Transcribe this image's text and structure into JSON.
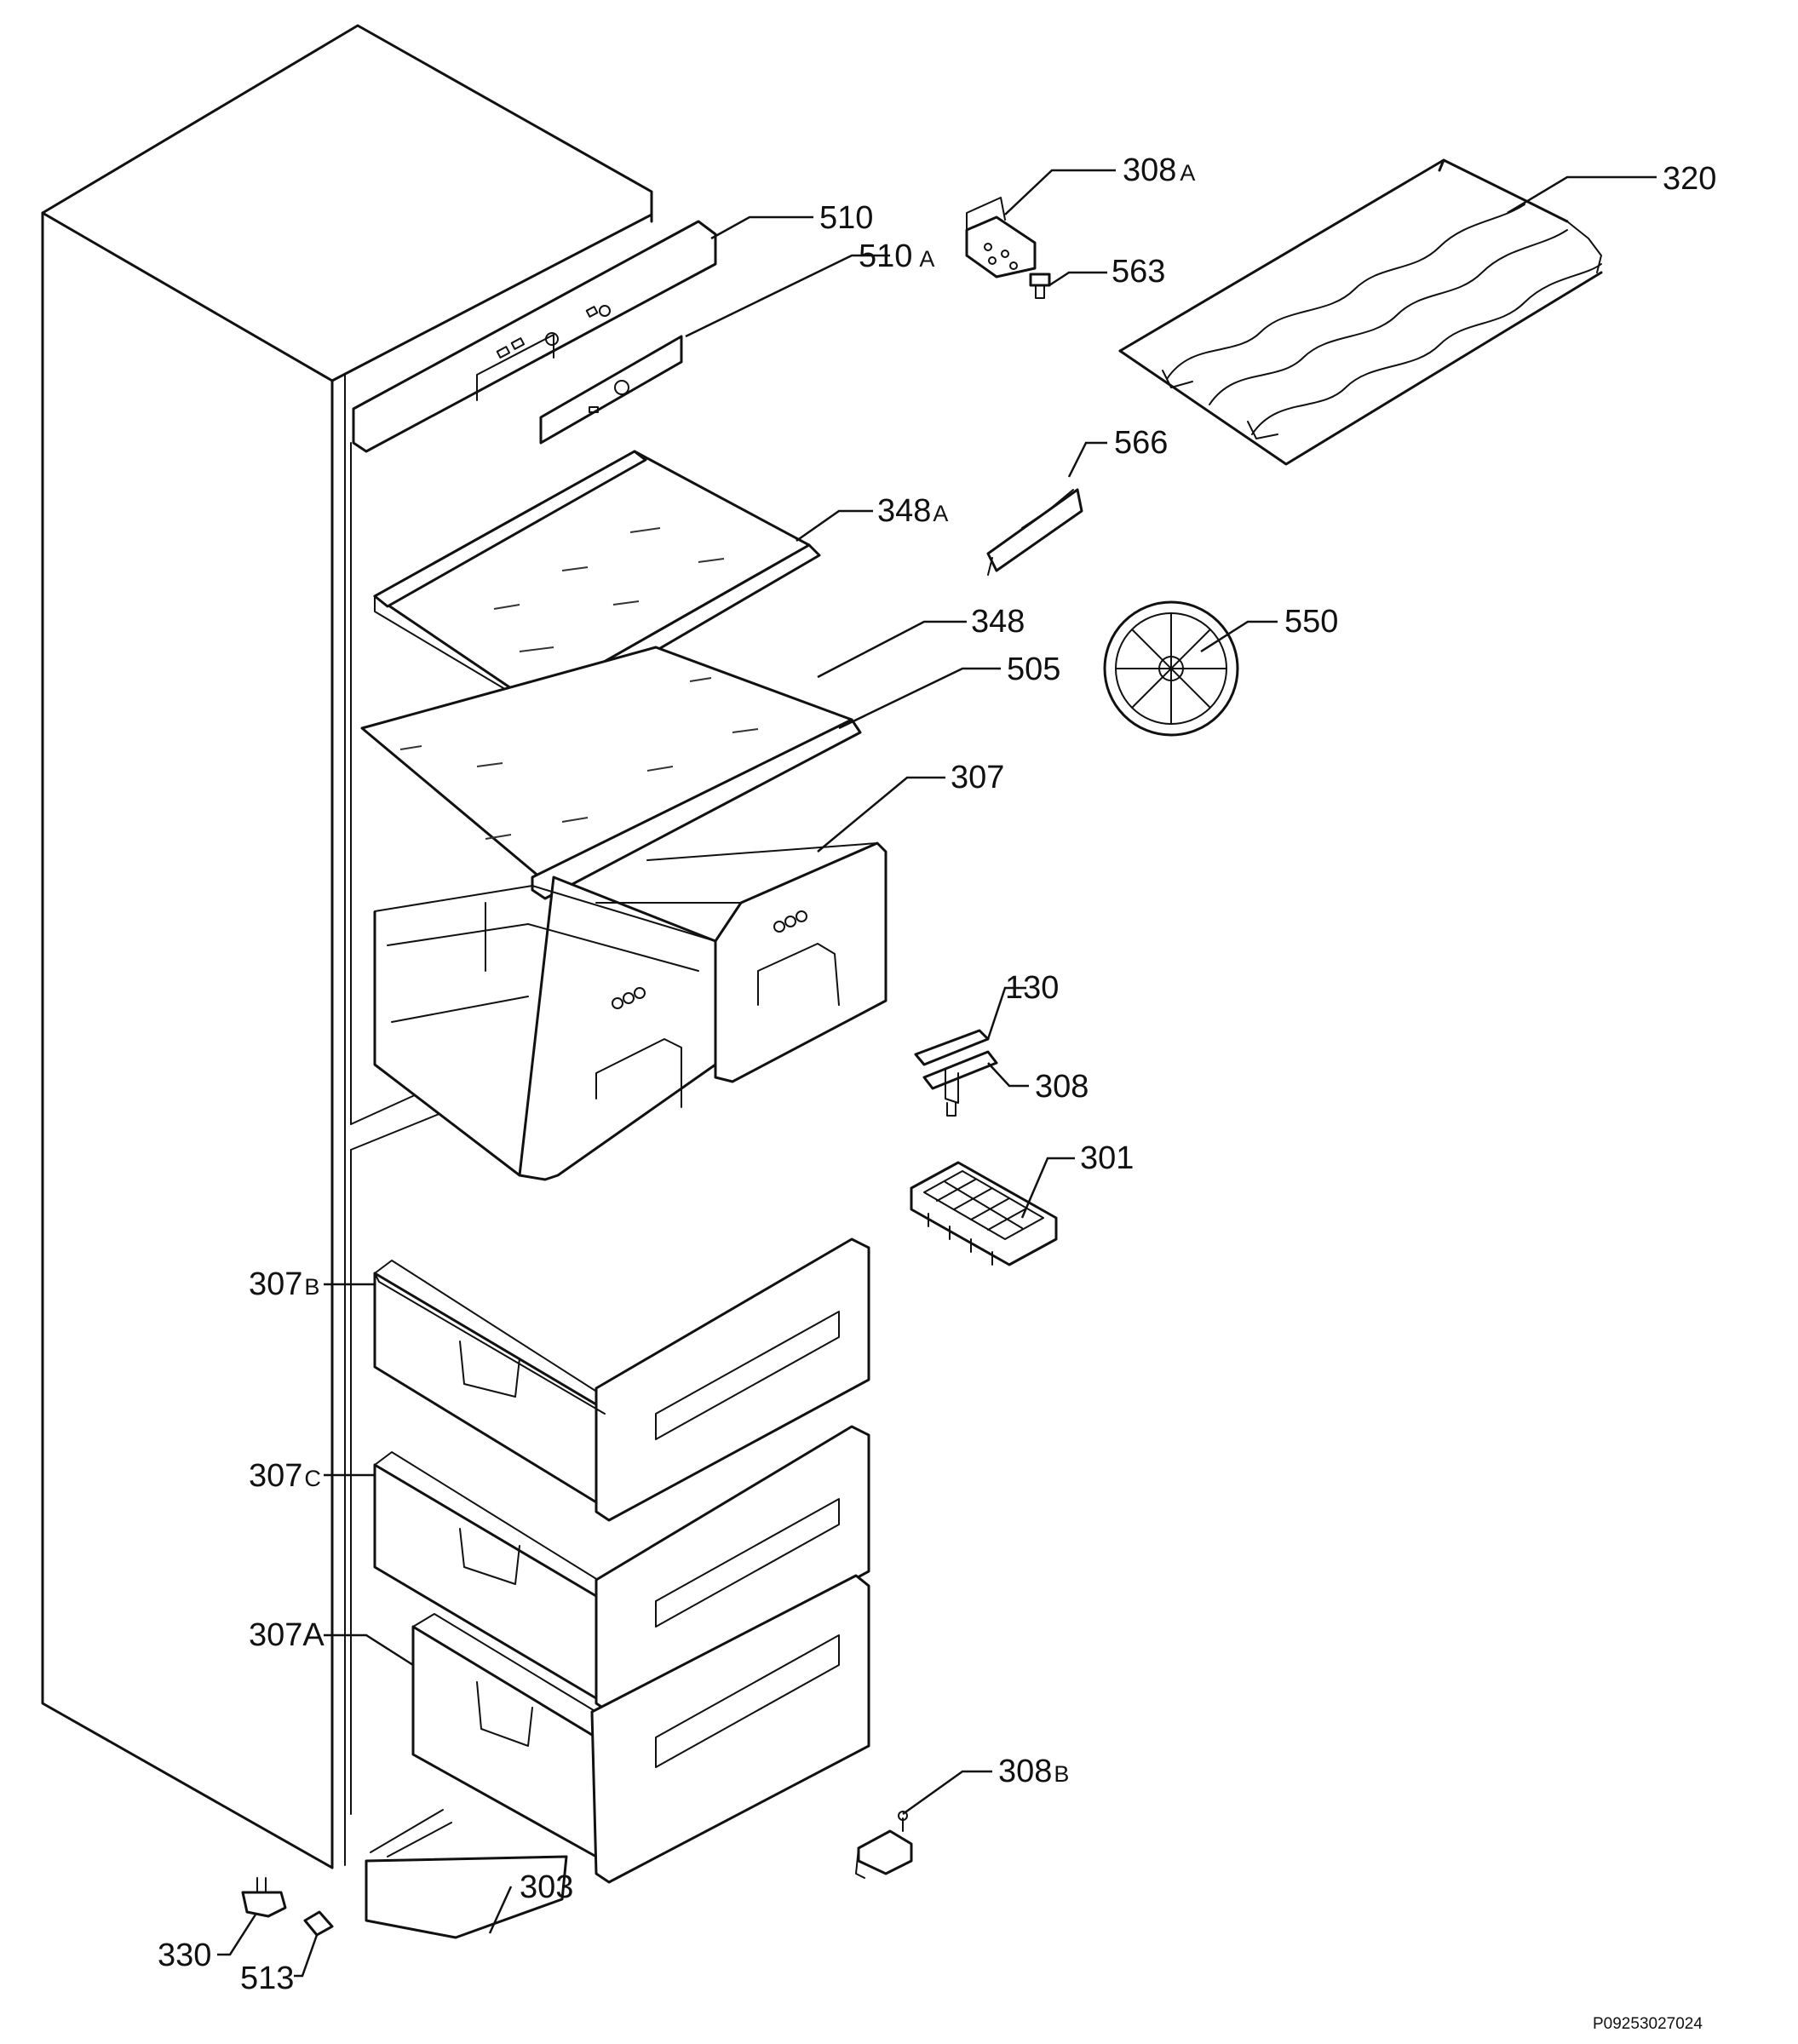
{
  "diagram": {
    "document_code": "P09253027024",
    "callouts": [
      {
        "id": "308A",
        "number": "308",
        "suffix": "A"
      },
      {
        "id": "320",
        "number": "320",
        "suffix": ""
      },
      {
        "id": "510",
        "number": "510",
        "suffix": ""
      },
      {
        "id": "510A",
        "number": "510",
        "suffix": "A"
      },
      {
        "id": "563",
        "number": "563",
        "suffix": ""
      },
      {
        "id": "566",
        "number": "566",
        "suffix": ""
      },
      {
        "id": "348A",
        "number": "348",
        "suffix": "A"
      },
      {
        "id": "348",
        "number": "348",
        "suffix": ""
      },
      {
        "id": "550",
        "number": "550",
        "suffix": ""
      },
      {
        "id": "505",
        "number": "505",
        "suffix": ""
      },
      {
        "id": "307",
        "number": "307",
        "suffix": ""
      },
      {
        "id": "130",
        "number": "130",
        "suffix": ""
      },
      {
        "id": "308",
        "number": "308",
        "suffix": ""
      },
      {
        "id": "301",
        "number": "301",
        "suffix": ""
      },
      {
        "id": "307B",
        "number": "307",
        "suffix": "B"
      },
      {
        "id": "307C",
        "number": "307",
        "suffix": "C"
      },
      {
        "id": "307A",
        "number": "307A",
        "suffix": ""
      },
      {
        "id": "308B",
        "number": "308",
        "suffix": "B"
      },
      {
        "id": "303",
        "number": "303",
        "suffix": ""
      },
      {
        "id": "330",
        "number": "330",
        "suffix": ""
      },
      {
        "id": "513",
        "number": "513",
        "suffix": ""
      }
    ]
  }
}
